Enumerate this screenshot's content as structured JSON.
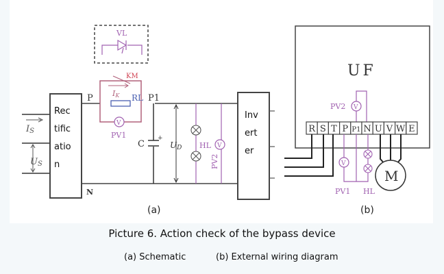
{
  "diagram_a": {
    "label": "(a)",
    "rectifier_label_lines": [
      "Rec",
      "tific",
      "atio",
      "n"
    ],
    "inverter_label_lines": [
      "Inv",
      "ert",
      "er"
    ],
    "input_current": "I",
    "input_current_sub": "S",
    "input_voltage": "U",
    "input_voltage_sub": "S",
    "node_p": "P",
    "node_p1": "P1",
    "node_n": "N",
    "thyristor": "VL",
    "contactor": "KM",
    "charge_current": "I",
    "charge_current_sub": "K",
    "resistor": "RL",
    "voltmeter1": "PV1",
    "capacitor": "C",
    "dc_voltage": "U",
    "dc_voltage_sub": "D",
    "lamp": "HL",
    "voltmeter2": "PV2",
    "voltmeter_symbol": "V"
  },
  "diagram_b": {
    "label": "(b)",
    "device": "UF",
    "terminals": [
      "R",
      "S",
      "T",
      "P",
      "P1",
      "N",
      "U",
      "V",
      "W",
      "E"
    ],
    "voltmeter1": "PV1",
    "voltmeter2": "PV2",
    "lamp": "HL",
    "motor": "M",
    "voltmeter_symbol": "V"
  },
  "colors": {
    "line": "#333333",
    "bypass": "#b0607a",
    "measurement": "#a060b0",
    "resistor": "#4a5fb0",
    "contactor_label": "#d04050"
  },
  "caption": {
    "title": "Picture 6. Action check of the bypass device",
    "sub_a": "(a) Schematic",
    "sub_b": "(b) External wiring diagram"
  }
}
